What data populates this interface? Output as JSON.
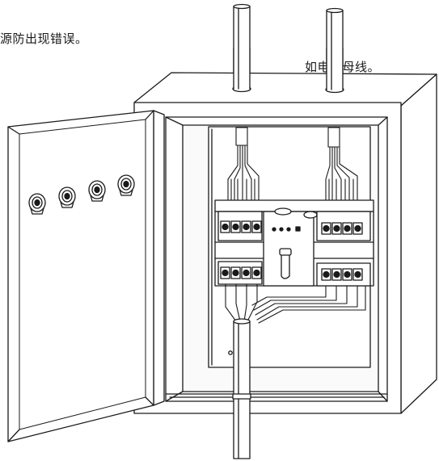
{
  "captions": [
    "源防出现错误。",
    "如电源母线。"
  ],
  "illustration": {
    "subject": "electrical-cabinet-with-transfer-switch",
    "line_color": "#1a1a1a",
    "fill_color": "#ffffff",
    "inner_shade": "#f2f2f2",
    "door_knob_count": 4,
    "top_conduit_count": 2,
    "bottom_conduit_count": 1,
    "terminal_poles_per_side": 4
  }
}
